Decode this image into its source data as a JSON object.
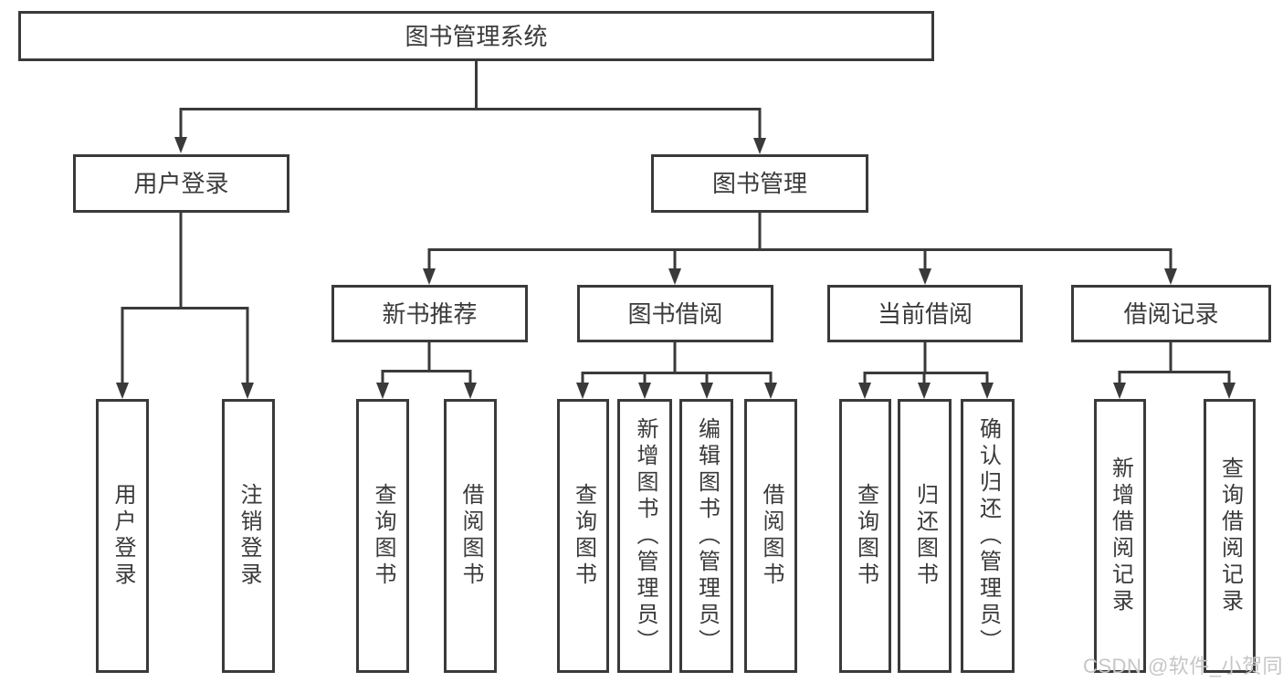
{
  "watermark": "CSDN @软件_小贺同学",
  "colors": {
    "line": "#3a3a3a",
    "text": "#3a3a3a",
    "watermark": "#c7c5c5",
    "background": "#ffffff"
  },
  "diagram": {
    "root": "图书管理系统",
    "branches": [
      {
        "label": "用户登录",
        "children": [
          "用户登录",
          "注销登录"
        ]
      },
      {
        "label": "图书管理",
        "groups": [
          {
            "label": "新书推荐",
            "children": [
              "查询图书",
              "借阅图书"
            ]
          },
          {
            "label": "图书借阅",
            "children": [
              "查询图书",
              "新增图书（管理员）",
              "编辑图书（管理员）",
              "借阅图书"
            ]
          },
          {
            "label": "当前借阅",
            "children": [
              "查询图书",
              "归还图书",
              "确认归还（管理员）"
            ]
          },
          {
            "label": "借阅记录",
            "children": [
              "新增借阅记录",
              "查询借阅记录"
            ]
          }
        ]
      }
    ]
  }
}
